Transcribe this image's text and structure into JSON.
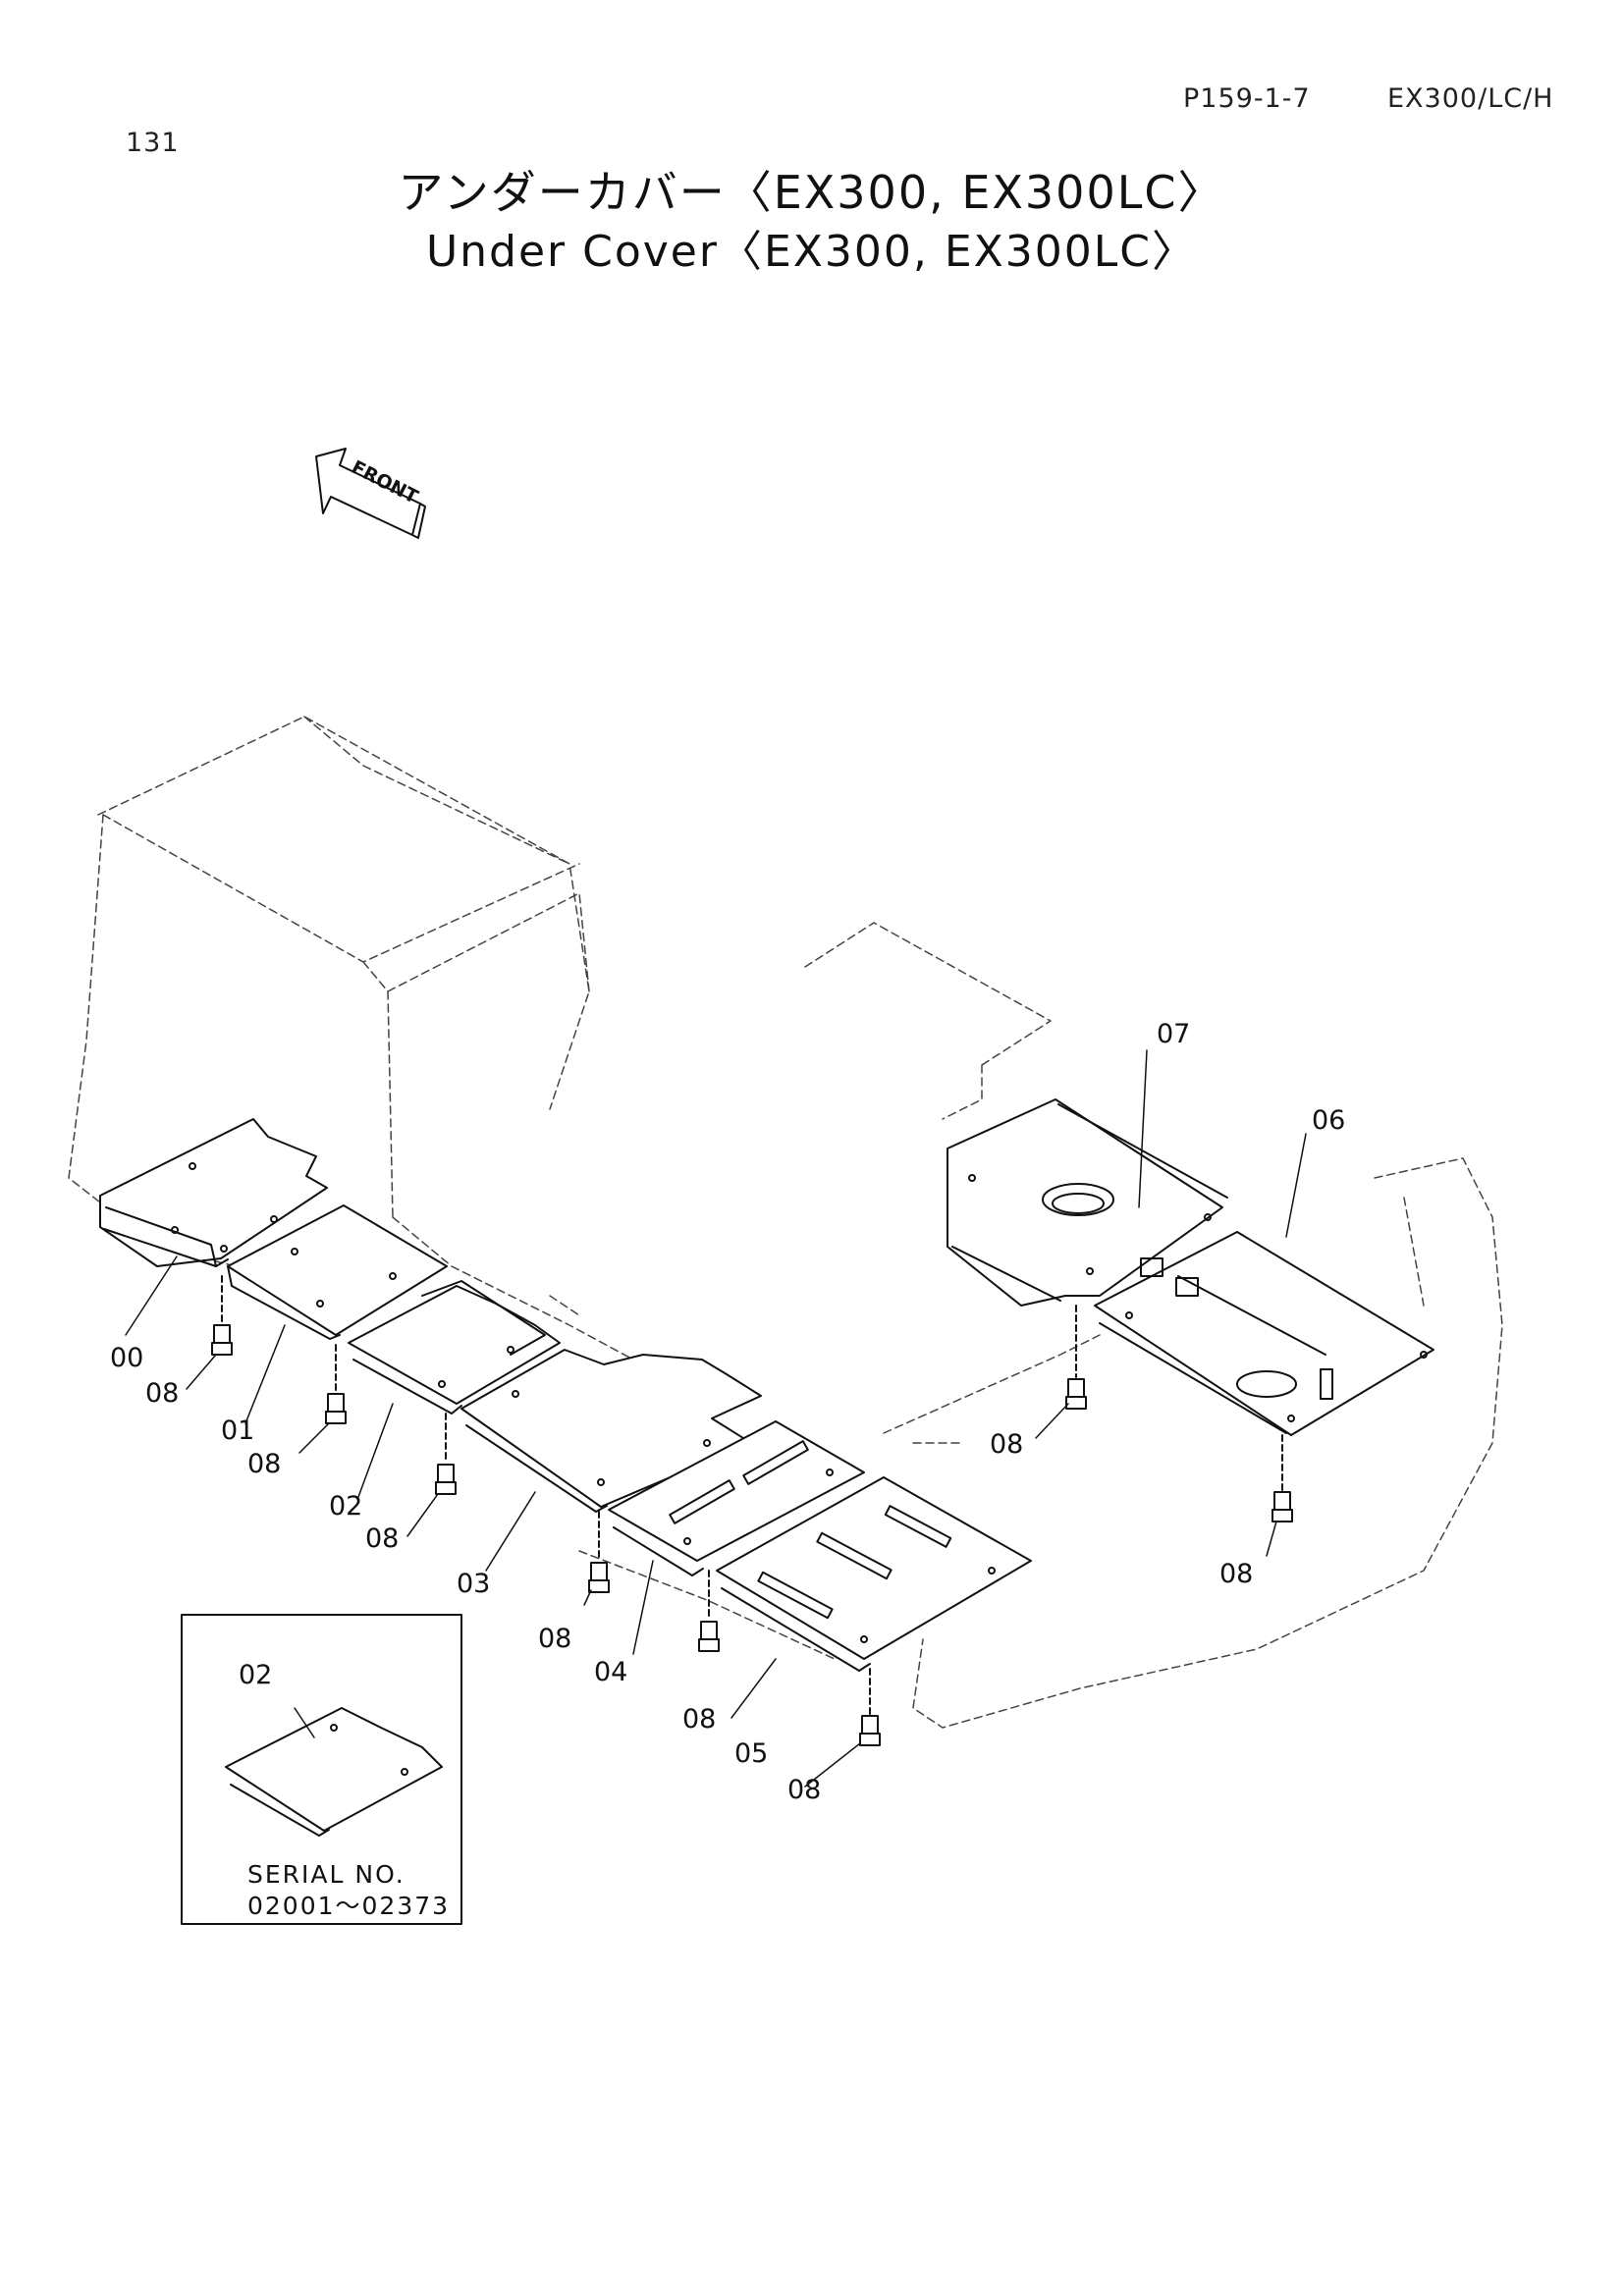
{
  "header": {
    "page_number": "131",
    "page_ref": "P159-1-7",
    "model": "EX300/LC/H"
  },
  "title": {
    "japanese": "アンダーカバー〈EX300, EX300LC〉",
    "english": "Under Cover〈EX300, EX300LC〉"
  },
  "direction_label": "FRONT",
  "callouts": {
    "c00": "00",
    "c01": "01",
    "c02": "02",
    "c03": "03",
    "c04": "04",
    "c05": "05",
    "c06": "06",
    "c07": "07",
    "c08a": "08",
    "c08b": "08",
    "c08c": "08",
    "c08d": "08",
    "c08e": "08",
    "c08f": "08",
    "c08g": "08",
    "c08h": "08"
  },
  "inset": {
    "part": "02",
    "serial_label": "SERIAL NO.",
    "serial_range": "02001～02373"
  }
}
